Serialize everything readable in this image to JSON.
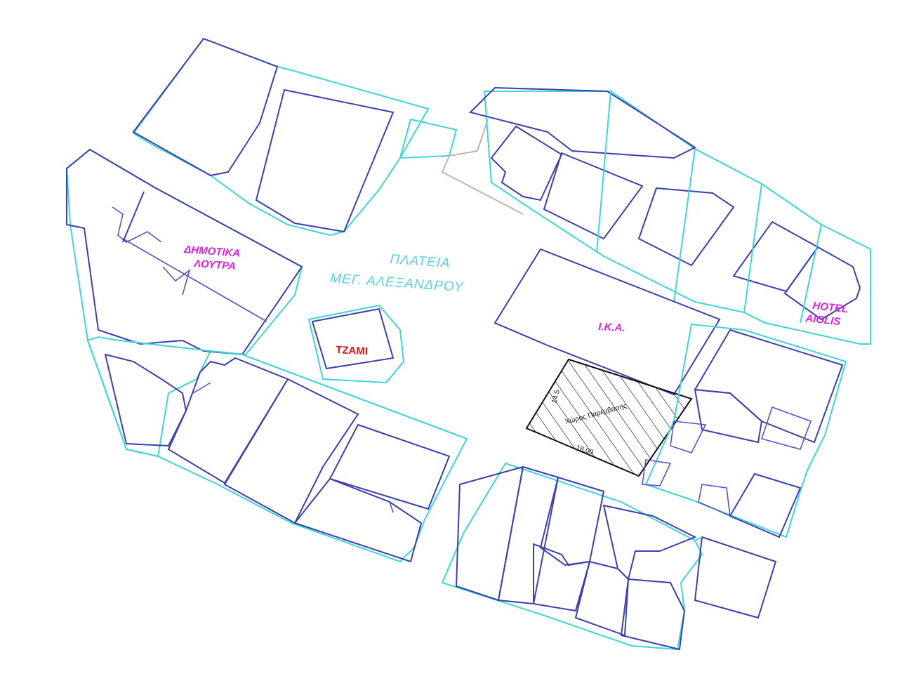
{
  "labels": {
    "square_line1": "ΠΛΑΤΕΙΑ",
    "square_line2": "ΜΕΓ. ΑΛΕΞΑΝΔΡΟΥ",
    "baths_line1": "ΔΗΜΟΤΙΚΑ",
    "baths_line2": "ΛΟΥΤΡΑ",
    "mosque": "ΤΖΑΜΙ",
    "ika": "Ι.Κ.Α.",
    "hotel_line1": "HOTEL",
    "hotel_line2": "AIOLIS",
    "intervention_area": "Χώρος Παρέμβασης",
    "dim_width": "18.00",
    "dim_depth": "14.5"
  },
  "colors": {
    "block_outline": "#3dd6d6",
    "building_outline": "#3b3fb0",
    "label_magenta": "#e020e0",
    "label_red": "#e01414",
    "label_cyan": "#5ad0e8",
    "hatch_area": "#111111"
  }
}
